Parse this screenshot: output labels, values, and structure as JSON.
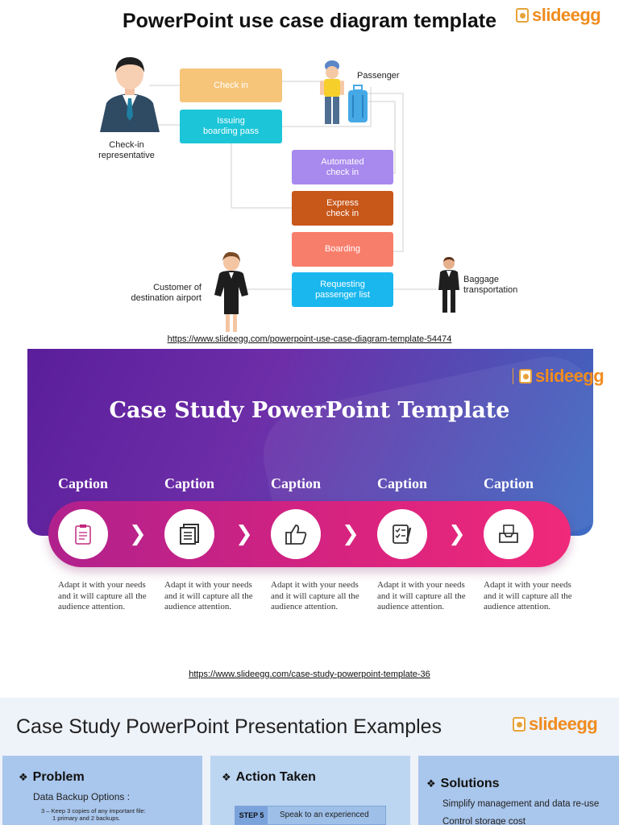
{
  "sec1": {
    "title": "PowerPoint use case diagram template",
    "logo": "slideegg",
    "actors": {
      "checkin_rep": "Check-in\nrepresentative",
      "passenger": "Passenger",
      "customer": "Customer of\ndestination airport",
      "baggage": "Baggage\ntransportation"
    },
    "use_cases": {
      "check_in": "Check in",
      "issuing": "Issuing\nboarding pass",
      "automated": "Automated\ncheck in",
      "express": "Express\ncheck in",
      "boarding": "Boarding",
      "requesting": "Requesting\npassenger list"
    },
    "colors": {
      "check_in": "#f6c57a",
      "issuing": "#1cc6d8",
      "automated": "#a889ee",
      "express": "#c8571a",
      "boarding": "#f87e6c",
      "requesting": "#1ab7ef"
    },
    "url": "https://www.slideegg.com/powerpoint-use-case-diagram-template-54474"
  },
  "sec2": {
    "title": "Case Study PowerPoint Template",
    "logo": "slideegg",
    "captions": [
      "Caption",
      "Caption",
      "Caption",
      "Caption",
      "Caption"
    ],
    "icons": [
      "clipboard-icon",
      "document-icon",
      "thumbs-up-icon",
      "checklist-icon",
      "inbox-icon"
    ],
    "descriptions": [
      "Adapt it with your needs and it will capture all the audience attention.",
      "Adapt it with your needs and it will capture all the audience attention.",
      "Adapt it with your needs and it will capture all the audience attention.",
      "Adapt it with your needs and it will capture all the audience attention.",
      "Adapt it with your needs and it will capture all the audience attention."
    ],
    "url": "https://www.slideegg.com/case-study-powerpoint-template-36"
  },
  "sec3": {
    "title": "Case Study PowerPoint Presentation Examples",
    "logo": "slideegg",
    "cards": {
      "problem": {
        "heading": "Problem",
        "subheading": "Data Backup Options :",
        "detail": "3 – Keep 3 copies of any important  file:",
        "detail2": "1 primary  and 2 backups."
      },
      "action": {
        "heading": "Action Taken",
        "step": "STEP 5",
        "step_text": "Speak to an experienced"
      },
      "solutions": {
        "heading": "Solutions",
        "line1": "Simplify management and data re-use",
        "line2": "Control storage cost"
      }
    }
  }
}
